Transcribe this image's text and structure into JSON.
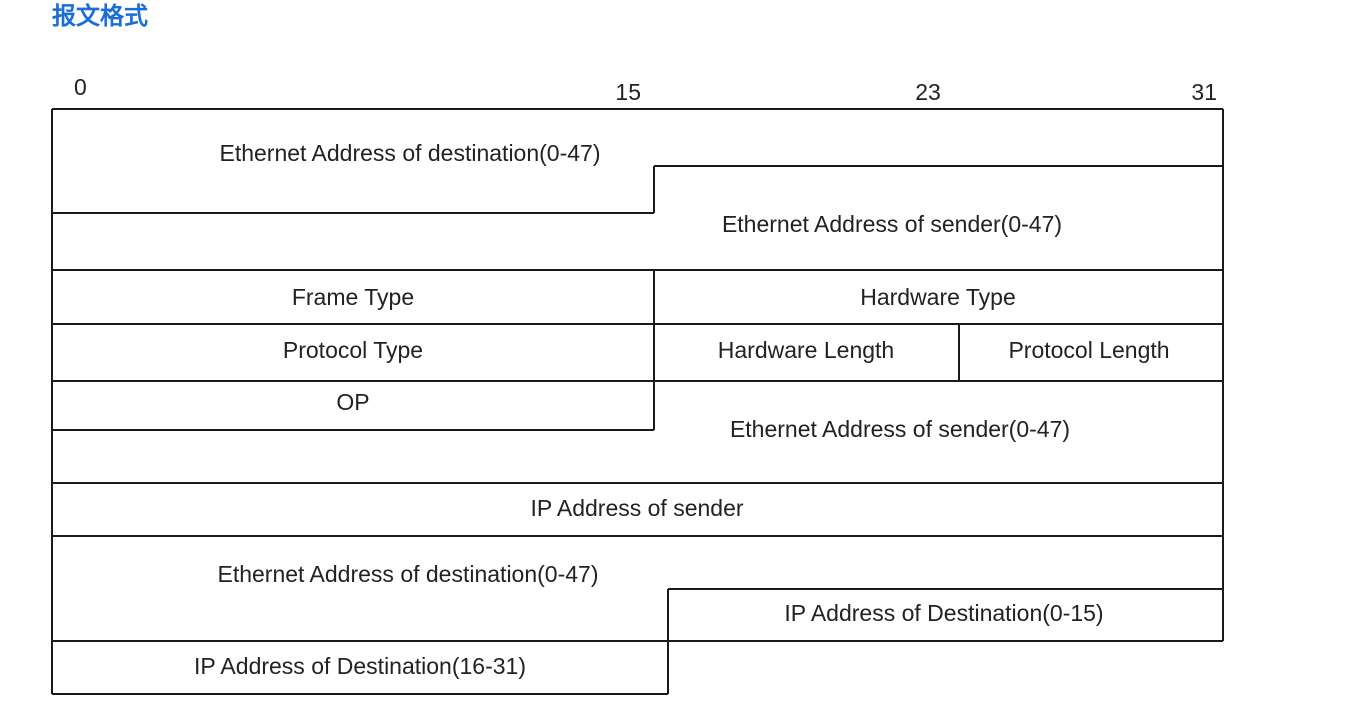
{
  "heading": "报文格式",
  "bit_positions": [
    "0",
    "15",
    "23",
    "31"
  ],
  "fields": {
    "eth_dest_1": "Ethernet Address of destination(0-47)",
    "eth_sender_1": "Ethernet Address of sender(0-47)",
    "frame_type": "Frame Type",
    "hardware_type": "Hardware Type",
    "protocol_type": "Protocol Type",
    "hardware_length": "Hardware Length",
    "protocol_length": "Protocol Length",
    "op": "OP",
    "eth_sender_2": "Ethernet Address of sender(0-47)",
    "ip_sender": "IP Address of sender",
    "eth_dest_2": "Ethernet Address of destination(0-47)",
    "ip_dest_low": "IP Address of Destination(0-15)",
    "ip_dest_high": "IP Address of Destination(16-31)"
  },
  "colors": {
    "heading": "#1a6fd6",
    "line": "#1a1a1a",
    "text": "#222222"
  }
}
